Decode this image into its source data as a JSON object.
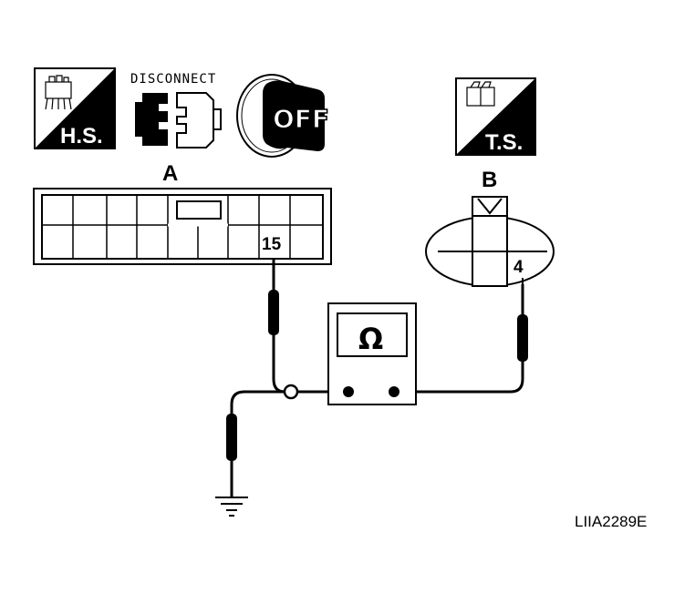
{
  "icons": {
    "hs_label": "H.S.",
    "disconnect_label": "DISCONNECT",
    "off_label": "OFF",
    "ts_label": "T.S."
  },
  "connectors": {
    "a": {
      "label": "A",
      "terminal": "15"
    },
    "b": {
      "label": "B",
      "terminal": "4"
    }
  },
  "meter": {
    "symbol": "Ω"
  },
  "figure_code": "LIIA2289E"
}
